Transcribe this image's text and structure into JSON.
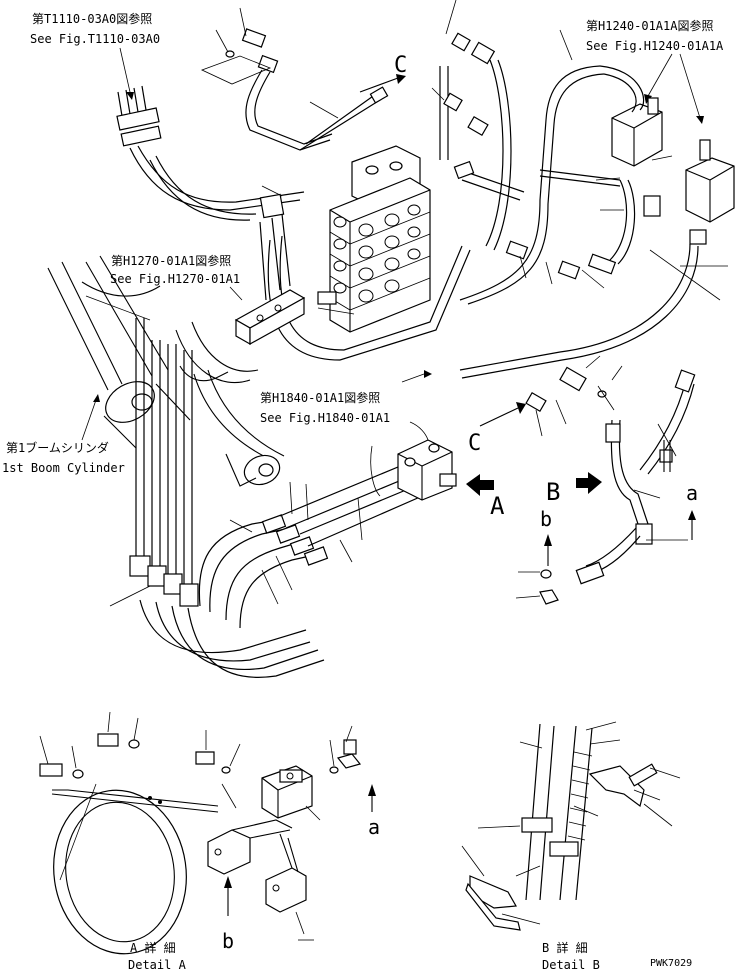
{
  "refs": {
    "t1110": {
      "ja": "第T1110-03A0図参照",
      "en": "See Fig.T1110-03A0"
    },
    "h1240": {
      "ja": "第H1240-01A1A図参照",
      "en": "See Fig.H1240-01A1A"
    },
    "h1270": {
      "ja": "第H1270-01A1図参照",
      "en": "See Fig.H1270-01A1"
    },
    "h1840": {
      "ja": "第H1840-01A1図参照",
      "en": "See Fig.H1840-01A1"
    }
  },
  "boom_cylinder": {
    "ja": "第1ブームシリンダ",
    "en": "1st Boom Cylinder"
  },
  "view_letters": {
    "A": "A",
    "B": "B",
    "C1": "C",
    "C2": "C",
    "a1": "a",
    "a2": "a",
    "b1": "b",
    "b2": "b"
  },
  "detail_a": {
    "ja": "A 詳 細",
    "en": "Detail A"
  },
  "detail_b": {
    "ja": "B 詳 細",
    "en": "Detail B"
  },
  "drawing_code": "PWK7029"
}
